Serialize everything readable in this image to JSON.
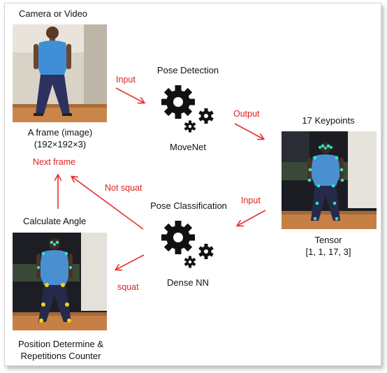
{
  "nodes": {
    "camera": {
      "title": "Camera or Video",
      "caption_line1": "A frame (image)",
      "caption_line2": "(192×192×3)"
    },
    "pose_detection": {
      "title": "Pose Detection",
      "caption": "MoveNet"
    },
    "keypoints": {
      "title": "17 Keypoints",
      "caption_line1": "Tensor",
      "caption_line2": "[1, 1, 17, 3]"
    },
    "pose_classification": {
      "title": "Pose Classification",
      "caption": "Dense NN"
    },
    "angle": {
      "title": "Calculate Angle",
      "caption_line1": "Position Determine &",
      "caption_line2": "Repetitions Counter"
    }
  },
  "edges": {
    "input_to_detection": "Input",
    "output_to_keypoints": "Output",
    "input_to_classification": "Input",
    "not_squat": "Not squat",
    "squat": "squat",
    "next_frame": "Next frame"
  },
  "colors": {
    "arrow": "#e53030",
    "label_red": "#e02020",
    "gear": "#111111"
  },
  "icons": [
    "gear-icon",
    "person-photo"
  ]
}
